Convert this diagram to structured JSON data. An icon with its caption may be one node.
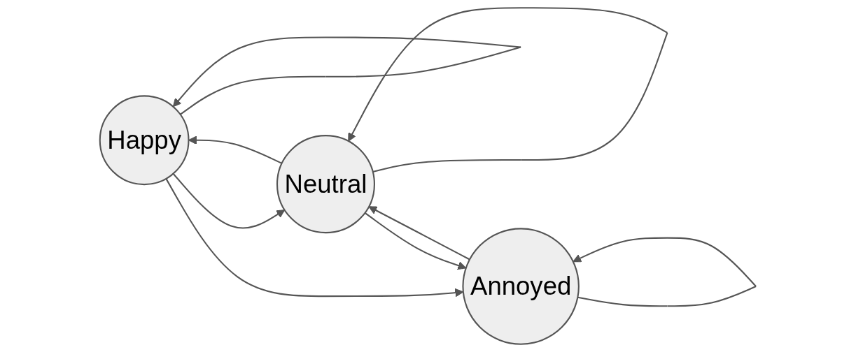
{
  "diagram": {
    "nodes": [
      {
        "text": [
          "Happy"
        ]
      },
      {
        "text": [
          "Neutral"
        ]
      },
      {
        "text": [
          "Annoyed"
        ]
      }
    ],
    "edges": [
      {
        "from": 0,
        "to": 0,
        "arrow": "to"
      },
      {
        "from": 0,
        "to": 1,
        "arrow": "to"
      },
      {
        "from": 0,
        "to": 2,
        "arrow": "to"
      },
      {
        "from": 1,
        "to": 2,
        "arrow": "to"
      },
      {
        "from": 1,
        "to": 0,
        "arrow": "to"
      },
      {
        "from": 1,
        "to": 1,
        "arrow": "to"
      },
      {
        "from": 2,
        "to": 1,
        "arrow": "to"
      },
      {
        "from": 2,
        "to": 2,
        "arrow": "to"
      }
    ]
  }
}
